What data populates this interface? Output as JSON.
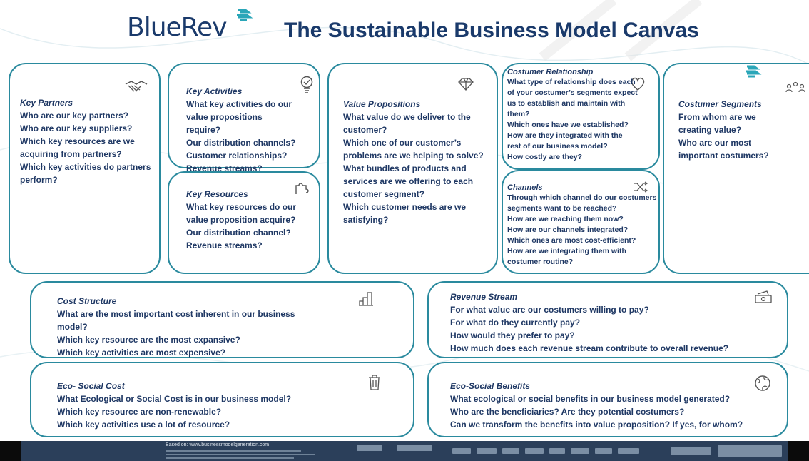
{
  "header": {
    "logo_text": "BlueRev",
    "title": "The Sustainable Business Model Canvas"
  },
  "colors": {
    "border": "#2a8a9e",
    "text": "#1f3864",
    "title": "#1a3a6b",
    "logo_accent": "#2aa6b8",
    "footer": "#2b3f5a"
  },
  "sections": {
    "key_partners": {
      "icon": "handshake-icon",
      "heading": "Key Partners",
      "lines": [
        "Who are our key partners?",
        "Who are our key suppliers?",
        "Which key resources are we",
        "acquiring from partners?",
        "Which key activities do partners",
        "perform?"
      ]
    },
    "key_activities": {
      "icon": "lightbulb-icon",
      "heading": "Key Activities",
      "lines": [
        "What key activities do our",
        "value propositions",
        "require?",
        "Our distribution channels?",
        "Customer relationships?",
        "Revenue streams?"
      ]
    },
    "key_resources": {
      "icon": "puzzle-icon",
      "heading": "Key Resources",
      "lines": [
        "What key resources do our",
        "value proposition acquire?",
        "Our distribution channel?",
        "Revenue streams?"
      ]
    },
    "value_propositions": {
      "icon": "diamond-icon",
      "heading": "Value Propositions",
      "lines": [
        "What value do we deliver to the",
        "customer?",
        "Which one of our customer’s",
        "problems are we helping to solve?",
        "What bundles of products and",
        "services are we offering to each",
        "customer segment?",
        "Which customer needs are we",
        "satisfying?"
      ]
    },
    "costumer_relationship": {
      "icon": "heart-icon",
      "heading": "Costumer Relationship",
      "lines": [
        "What type of relationship does each",
        "of your costumer’s segments expect",
        "us to establish and maintain with",
        "them?",
        "Which ones have we established?",
        "How are they integrated with the",
        "rest of our business model?",
        "How costly are they?"
      ]
    },
    "channels": {
      "icon": "shuffle-icon",
      "heading": "Channels",
      "lines": [
        "Through which channel do our costumers",
        "segments want to be reached?",
        "How are we reaching them now?",
        "How are our channels integrated?",
        "Which ones are most cost-efficient?",
        "How are we integrating them with",
        "costumer routine?"
      ]
    },
    "costumer_segments": {
      "icon": "people-icon",
      "heading": "Costumer Segments",
      "lines": [
        "From whom are we",
        "creating value?",
        "Who are our most",
        "important costumers?"
      ]
    },
    "cost_structure": {
      "icon": "bar-chart-icon",
      "heading": "Cost Structure",
      "lines": [
        "What are the most important cost inherent in our business",
        "model?",
        "Which key resource are the most expansive?",
        "Which key activities are most expensive?"
      ]
    },
    "revenue_stream": {
      "icon": "money-icon",
      "heading": "Revenue Stream",
      "lines": [
        "For what value are our costumers willing to pay?",
        "For what do they currently pay?",
        "How would they prefer to pay?",
        "How much does each revenue stream contribute to overall revenue?"
      ]
    },
    "eco_social_cost": {
      "icon": "trash-icon",
      "heading": "Eco- Social Cost",
      "lines": [
        "What Ecological or Social Cost is in our business model?",
        "Which key resource are non-renewable?",
        "Which key activities use a lot of resource?"
      ]
    },
    "eco_social_benefits": {
      "icon": "globe-icon",
      "heading": "Eco-Social Benefits",
      "lines": [
        "What ecological or social benefits in our business model generated?",
        "Who are the beneficiaries? Are they potential costumers?",
        "Can we transform the benefits into value proposition? If yes, for whom?"
      ]
    }
  },
  "footer": {
    "based_on": "Based on: www.businessmodelgeneration.com"
  }
}
